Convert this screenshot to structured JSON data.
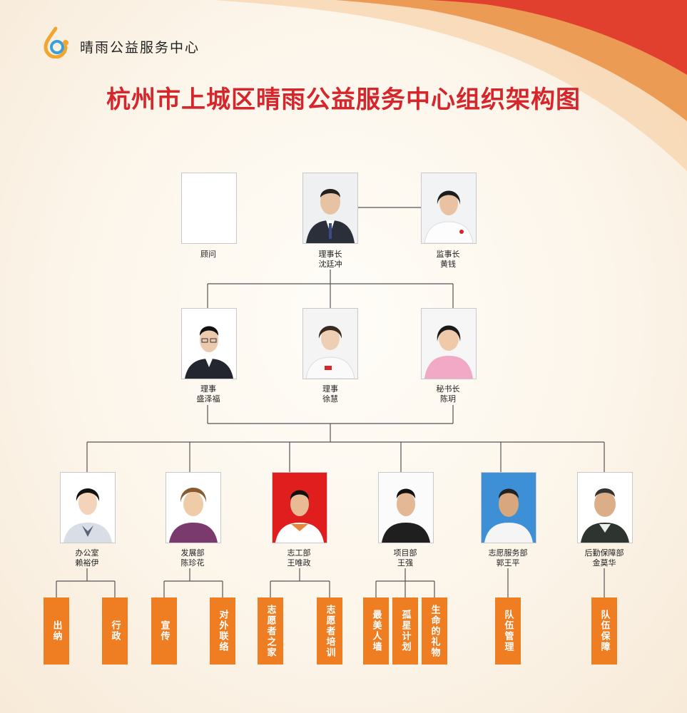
{
  "header": {
    "logo_text": "晴雨公益服务中心",
    "title": "杭州市上城区晴雨公益服务中心组织架构图"
  },
  "colors": {
    "title": "#d6262b",
    "box": "#ef7d22",
    "banner": "#e2402f"
  },
  "nodes": {
    "advisor": {
      "role": "顾问",
      "name": ""
    },
    "chairman": {
      "role": "理事长",
      "name": "沈廷冲"
    },
    "supervisor": {
      "role": "监事长",
      "name": "黄钱"
    },
    "director1": {
      "role": "理事",
      "name": "盛泽福"
    },
    "director2": {
      "role": "理事",
      "name": "徐慧"
    },
    "secretary": {
      "role": "秘书长",
      "name": "陈玥"
    },
    "office": {
      "role": "办公室",
      "name": "赖裕伊"
    },
    "develop": {
      "role": "发展部",
      "name": "陈珍花"
    },
    "social": {
      "role": "志工部",
      "name": "王唯政"
    },
    "project": {
      "role": "项目部",
      "name": "王强"
    },
    "volunteer": {
      "role": "志愿服务部",
      "name": "郭王平"
    },
    "logistics": {
      "role": "后勤保障部",
      "name": "金莫华"
    }
  },
  "boxes": {
    "office": [
      "出纳",
      "行政"
    ],
    "develop": [
      "宣传",
      "对外联络"
    ],
    "social": [
      "志愿者之家",
      "志愿者培训"
    ],
    "project": [
      "最美人墙",
      "孤星计划",
      "生命的礼物"
    ],
    "volunteer": [
      "队伍管理"
    ],
    "logistics": [
      "队伍保障"
    ]
  }
}
